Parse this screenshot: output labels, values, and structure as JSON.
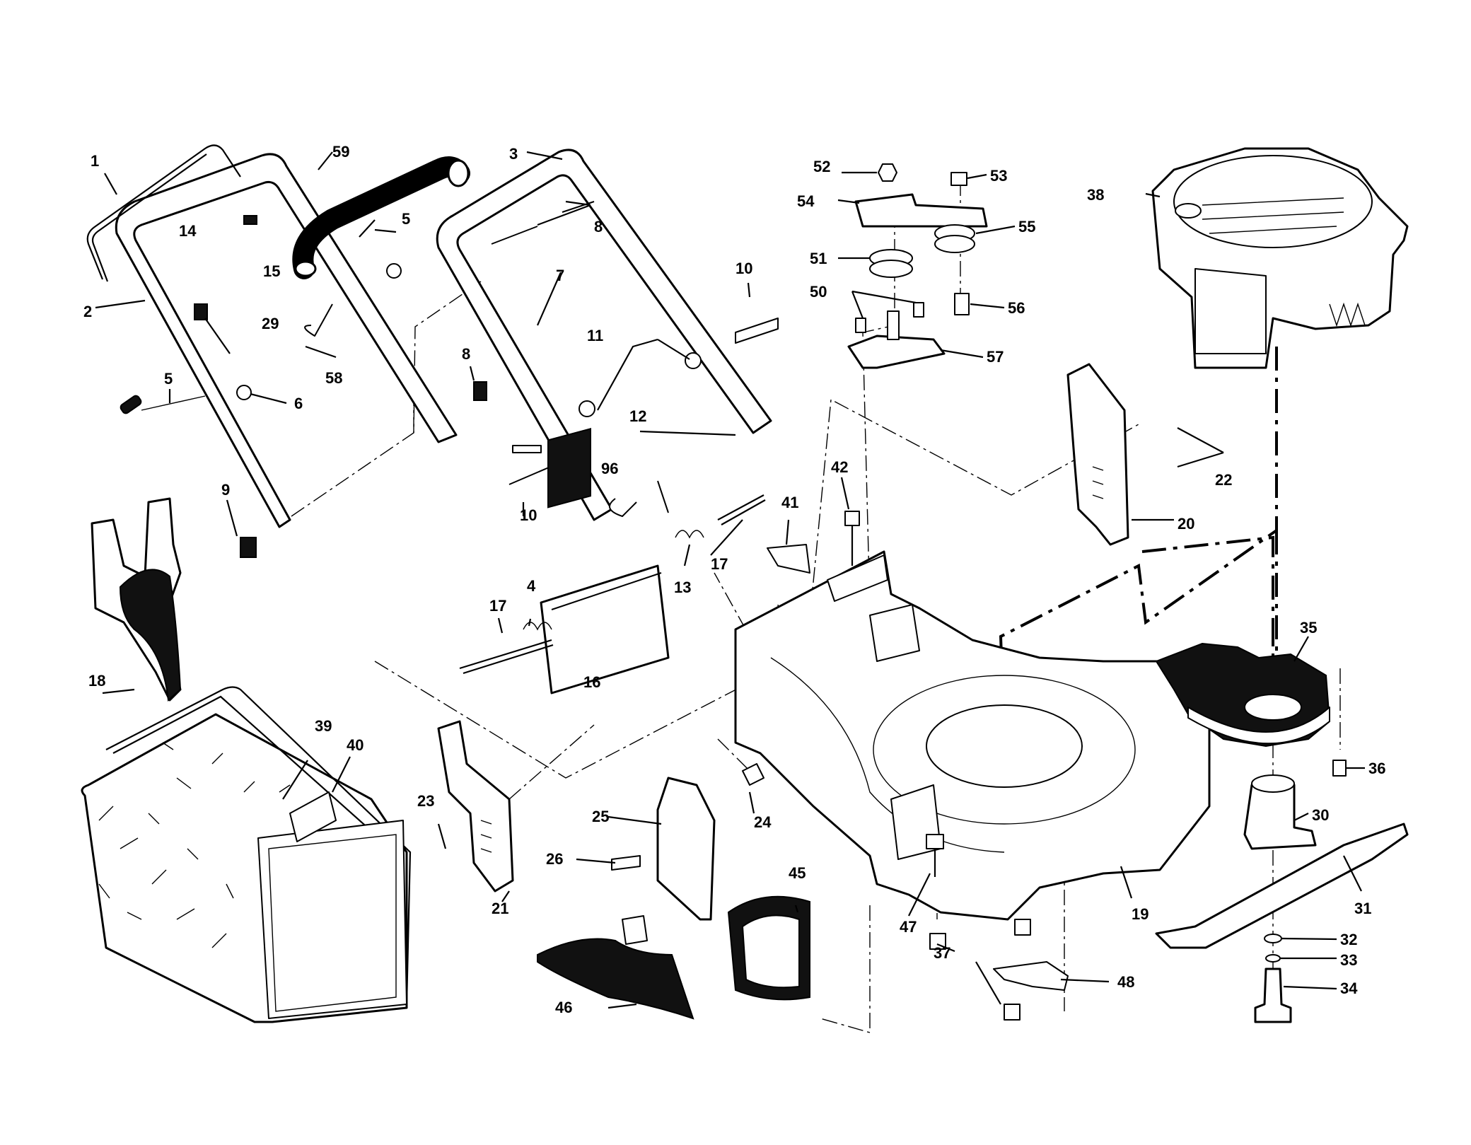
{
  "labels": [
    "1",
    "2",
    "3",
    "4",
    "5",
    "5",
    "6",
    "7",
    "8",
    "8",
    "9",
    "10",
    "10",
    "11",
    "12",
    "13",
    "14",
    "15",
    "16",
    "17",
    "17",
    "18",
    "19",
    "20",
    "21",
    "22",
    "23",
    "24",
    "25",
    "26",
    "29",
    "30",
    "31",
    "32",
    "33",
    "34",
    "35",
    "36",
    "37",
    "38",
    "39",
    "40",
    "41",
    "42",
    "45",
    "46",
    "47",
    "48",
    "50",
    "51",
    "52",
    "53",
    "54",
    "55",
    "56",
    "57",
    "58",
    "59",
    "96"
  ]
}
